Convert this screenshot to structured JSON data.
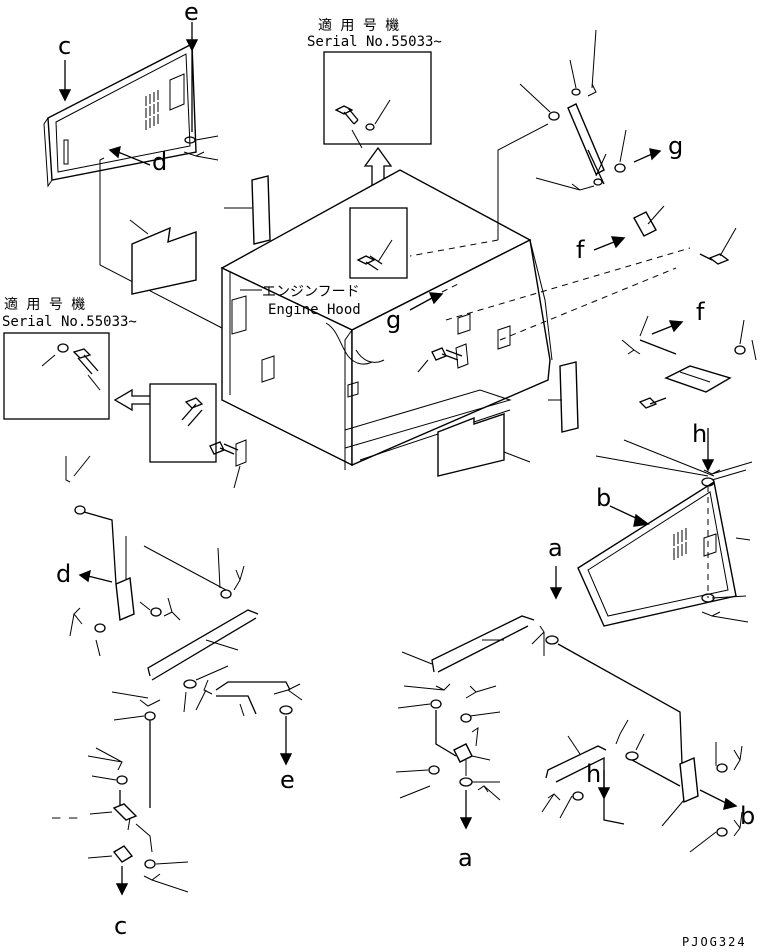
{
  "notes": {
    "applicable_ja": "適 用 号 機",
    "serial": "Serial No.55033~"
  },
  "part": {
    "name_ja": "エンジンフード",
    "name_en": "Engine Hood"
  },
  "labels": {
    "a": "a",
    "b": "b",
    "c": "c",
    "d": "d",
    "e": "e",
    "f": "f",
    "g": "g",
    "h": "h"
  },
  "dash_mark": "– –",
  "figure_code": "PJOG324"
}
